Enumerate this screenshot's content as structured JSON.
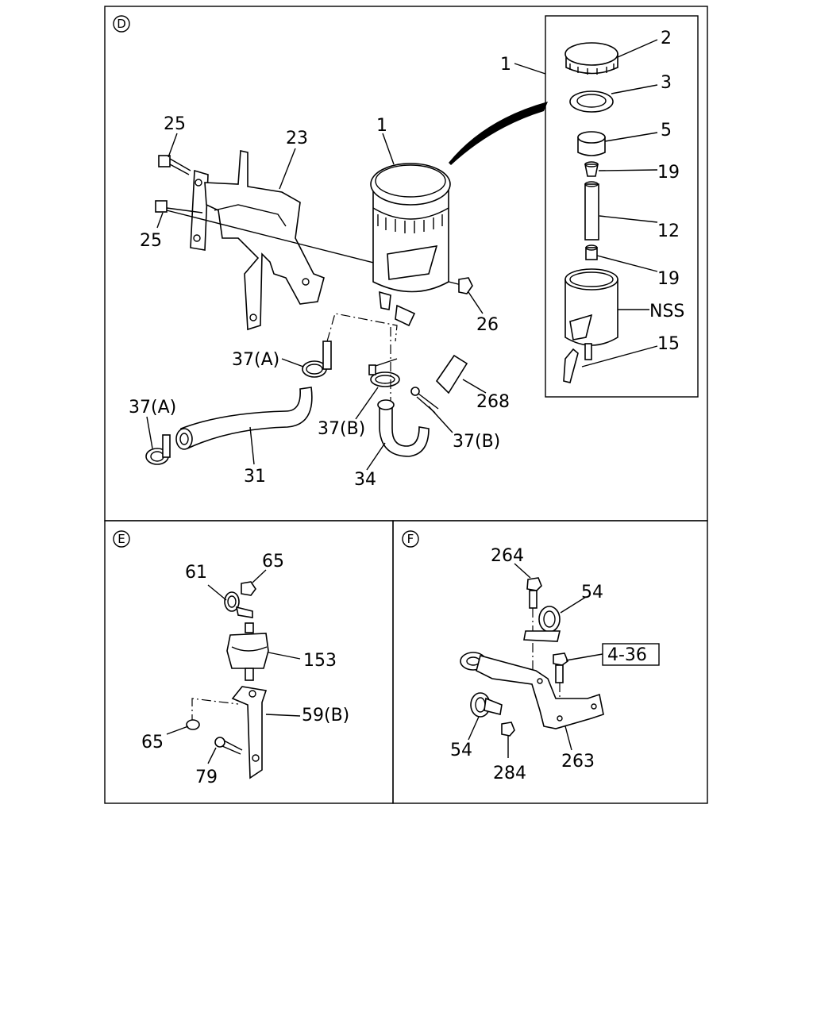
{
  "sections": {
    "D": {
      "marker": "D"
    },
    "E": {
      "marker": "E"
    },
    "F": {
      "marker": "F"
    }
  },
  "labels": {
    "d_1_inset": "1",
    "d_2": "2",
    "d_3": "3",
    "d_5": "5",
    "d_19a": "19",
    "d_12": "12",
    "d_19b": "19",
    "d_nss": "NSS",
    "d_15": "15",
    "d_1": "1",
    "d_25a": "25",
    "d_23": "23",
    "d_25b": "25",
    "d_26": "26",
    "d_37a1": "37(A)",
    "d_37a2": "37(A)",
    "d_37b1": "37(B)",
    "d_37b2": "37(B)",
    "d_268": "268",
    "d_31": "31",
    "d_34": "34",
    "e_61": "61",
    "e_65a": "65",
    "e_153": "153",
    "e_59b": "59(B)",
    "e_65b": "65",
    "e_79": "79",
    "f_264": "264",
    "f_54a": "54",
    "f_ref": "4-36",
    "f_54b": "54",
    "f_284": "284",
    "f_263": "263"
  }
}
